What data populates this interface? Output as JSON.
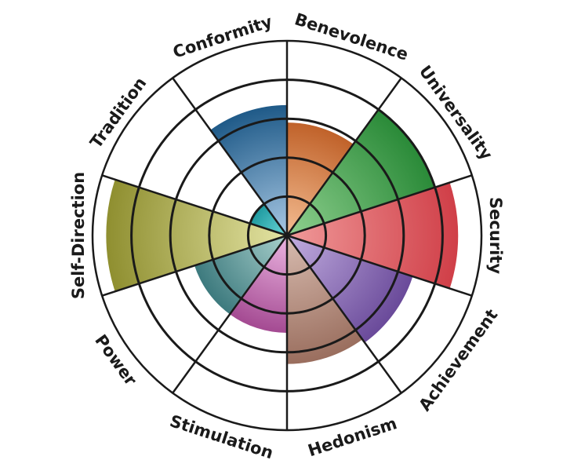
{
  "chart_data": {
    "type": "polar-area",
    "title": "",
    "rlim": [
      0,
      5
    ],
    "ring_ticks": [
      1,
      2,
      3,
      4,
      5
    ],
    "categories": [
      "Benevolence",
      "Universality",
      "Security",
      "Achievement",
      "Hedonism",
      "Stimulation",
      "Power",
      "Self-Direction",
      "Tradition",
      "Conformity"
    ],
    "values": [
      2.9,
      4.0,
      4.4,
      3.4,
      3.3,
      2.5,
      2.5,
      4.65,
      1.0,
      3.35
    ],
    "colors": [
      "#c0622a",
      "#2a8a38",
      "#d03f48",
      "#6a4a9a",
      "#9a6e5e",
      "#a44a92",
      "#3d7a7e",
      "#8f8f30",
      "#1f9aa0",
      "#1f5a88"
    ],
    "light_colors": [
      "#f4bd92",
      "#8fd08f",
      "#f09a9a",
      "#c2aee0",
      "#d8bcb0",
      "#ecb6e2",
      "#a8d0cc",
      "#e4e4a4",
      "#6ad6d8",
      "#a8c8e4"
    ]
  }
}
